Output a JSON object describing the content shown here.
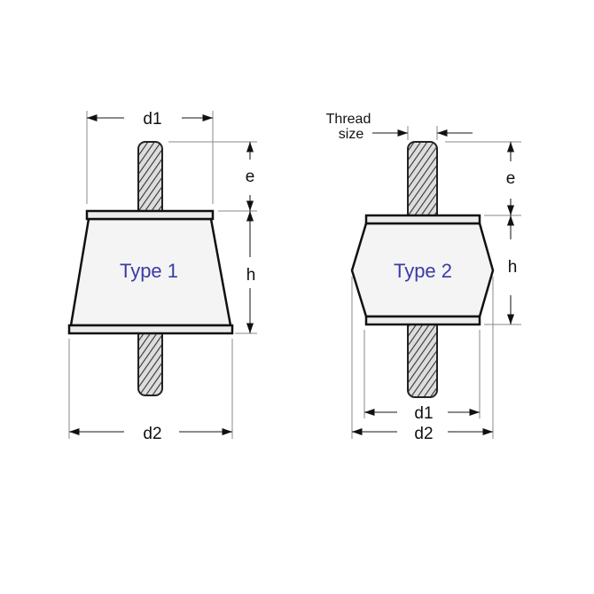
{
  "type1": {
    "title": "Type 1",
    "d1": "d1",
    "d2": "d2",
    "e": "e",
    "h": "h"
  },
  "type2": {
    "title": "Type 2",
    "d1": "d1",
    "d2": "d2",
    "e": "e",
    "h": "h",
    "thread_label_line1": "Thread",
    "thread_label_line2": "size"
  },
  "colors": {
    "type_label": "#3a3aa8",
    "outline": "#111111"
  }
}
